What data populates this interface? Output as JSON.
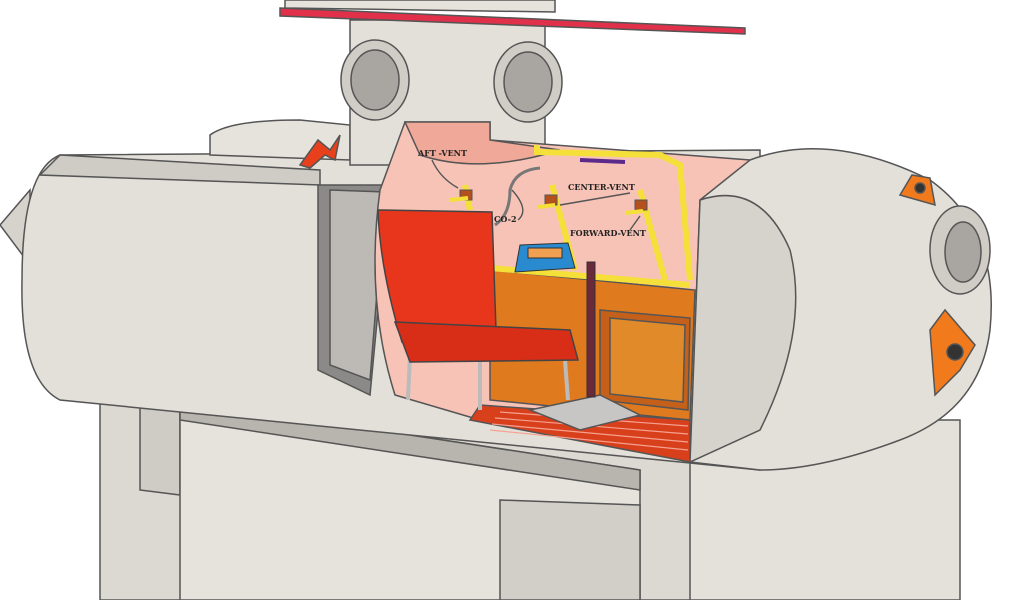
{
  "labels": {
    "aft_vent": "AFT  -VENT",
    "co2": "CO-2",
    "center_vent": "CENTER-VENT",
    "forward_vent": "FORWARD-VENT"
  },
  "colors": {
    "hull": "#e2ded8",
    "interior": "#f7c3b6",
    "chair": "#e8361c",
    "pipe": "#f5e03a",
    "orange_wall": "#e07a1e",
    "hatch": "#e0304a",
    "bracket": "#f07a1c"
  }
}
